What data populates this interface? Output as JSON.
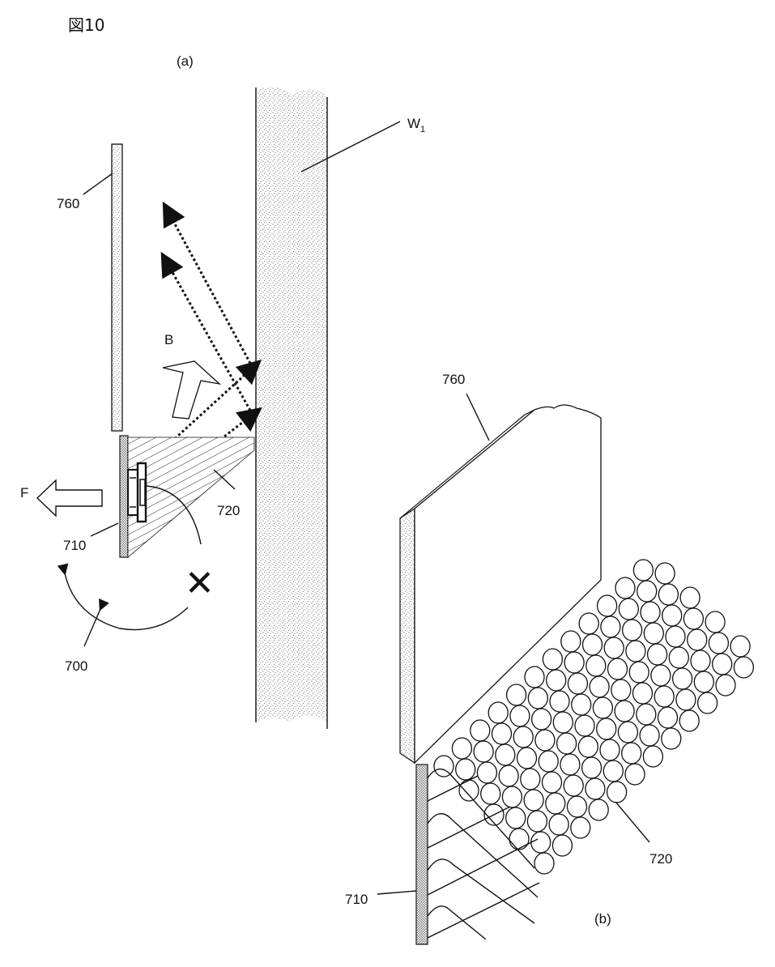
{
  "figure": {
    "title": "図10",
    "panel_a": {
      "label": "(a)",
      "wall_label": "W",
      "wall_label_subscript": "1",
      "plate_label": "760",
      "device_label": "710",
      "cells_label": "720",
      "rotation_label": "700",
      "arrow_b_label": "B",
      "arrow_f_label": "F",
      "cross_mark": "✕"
    },
    "panel_b": {
      "label": "(b)",
      "plate_label": "760",
      "device_label": "710",
      "cells_label": "720"
    }
  }
}
